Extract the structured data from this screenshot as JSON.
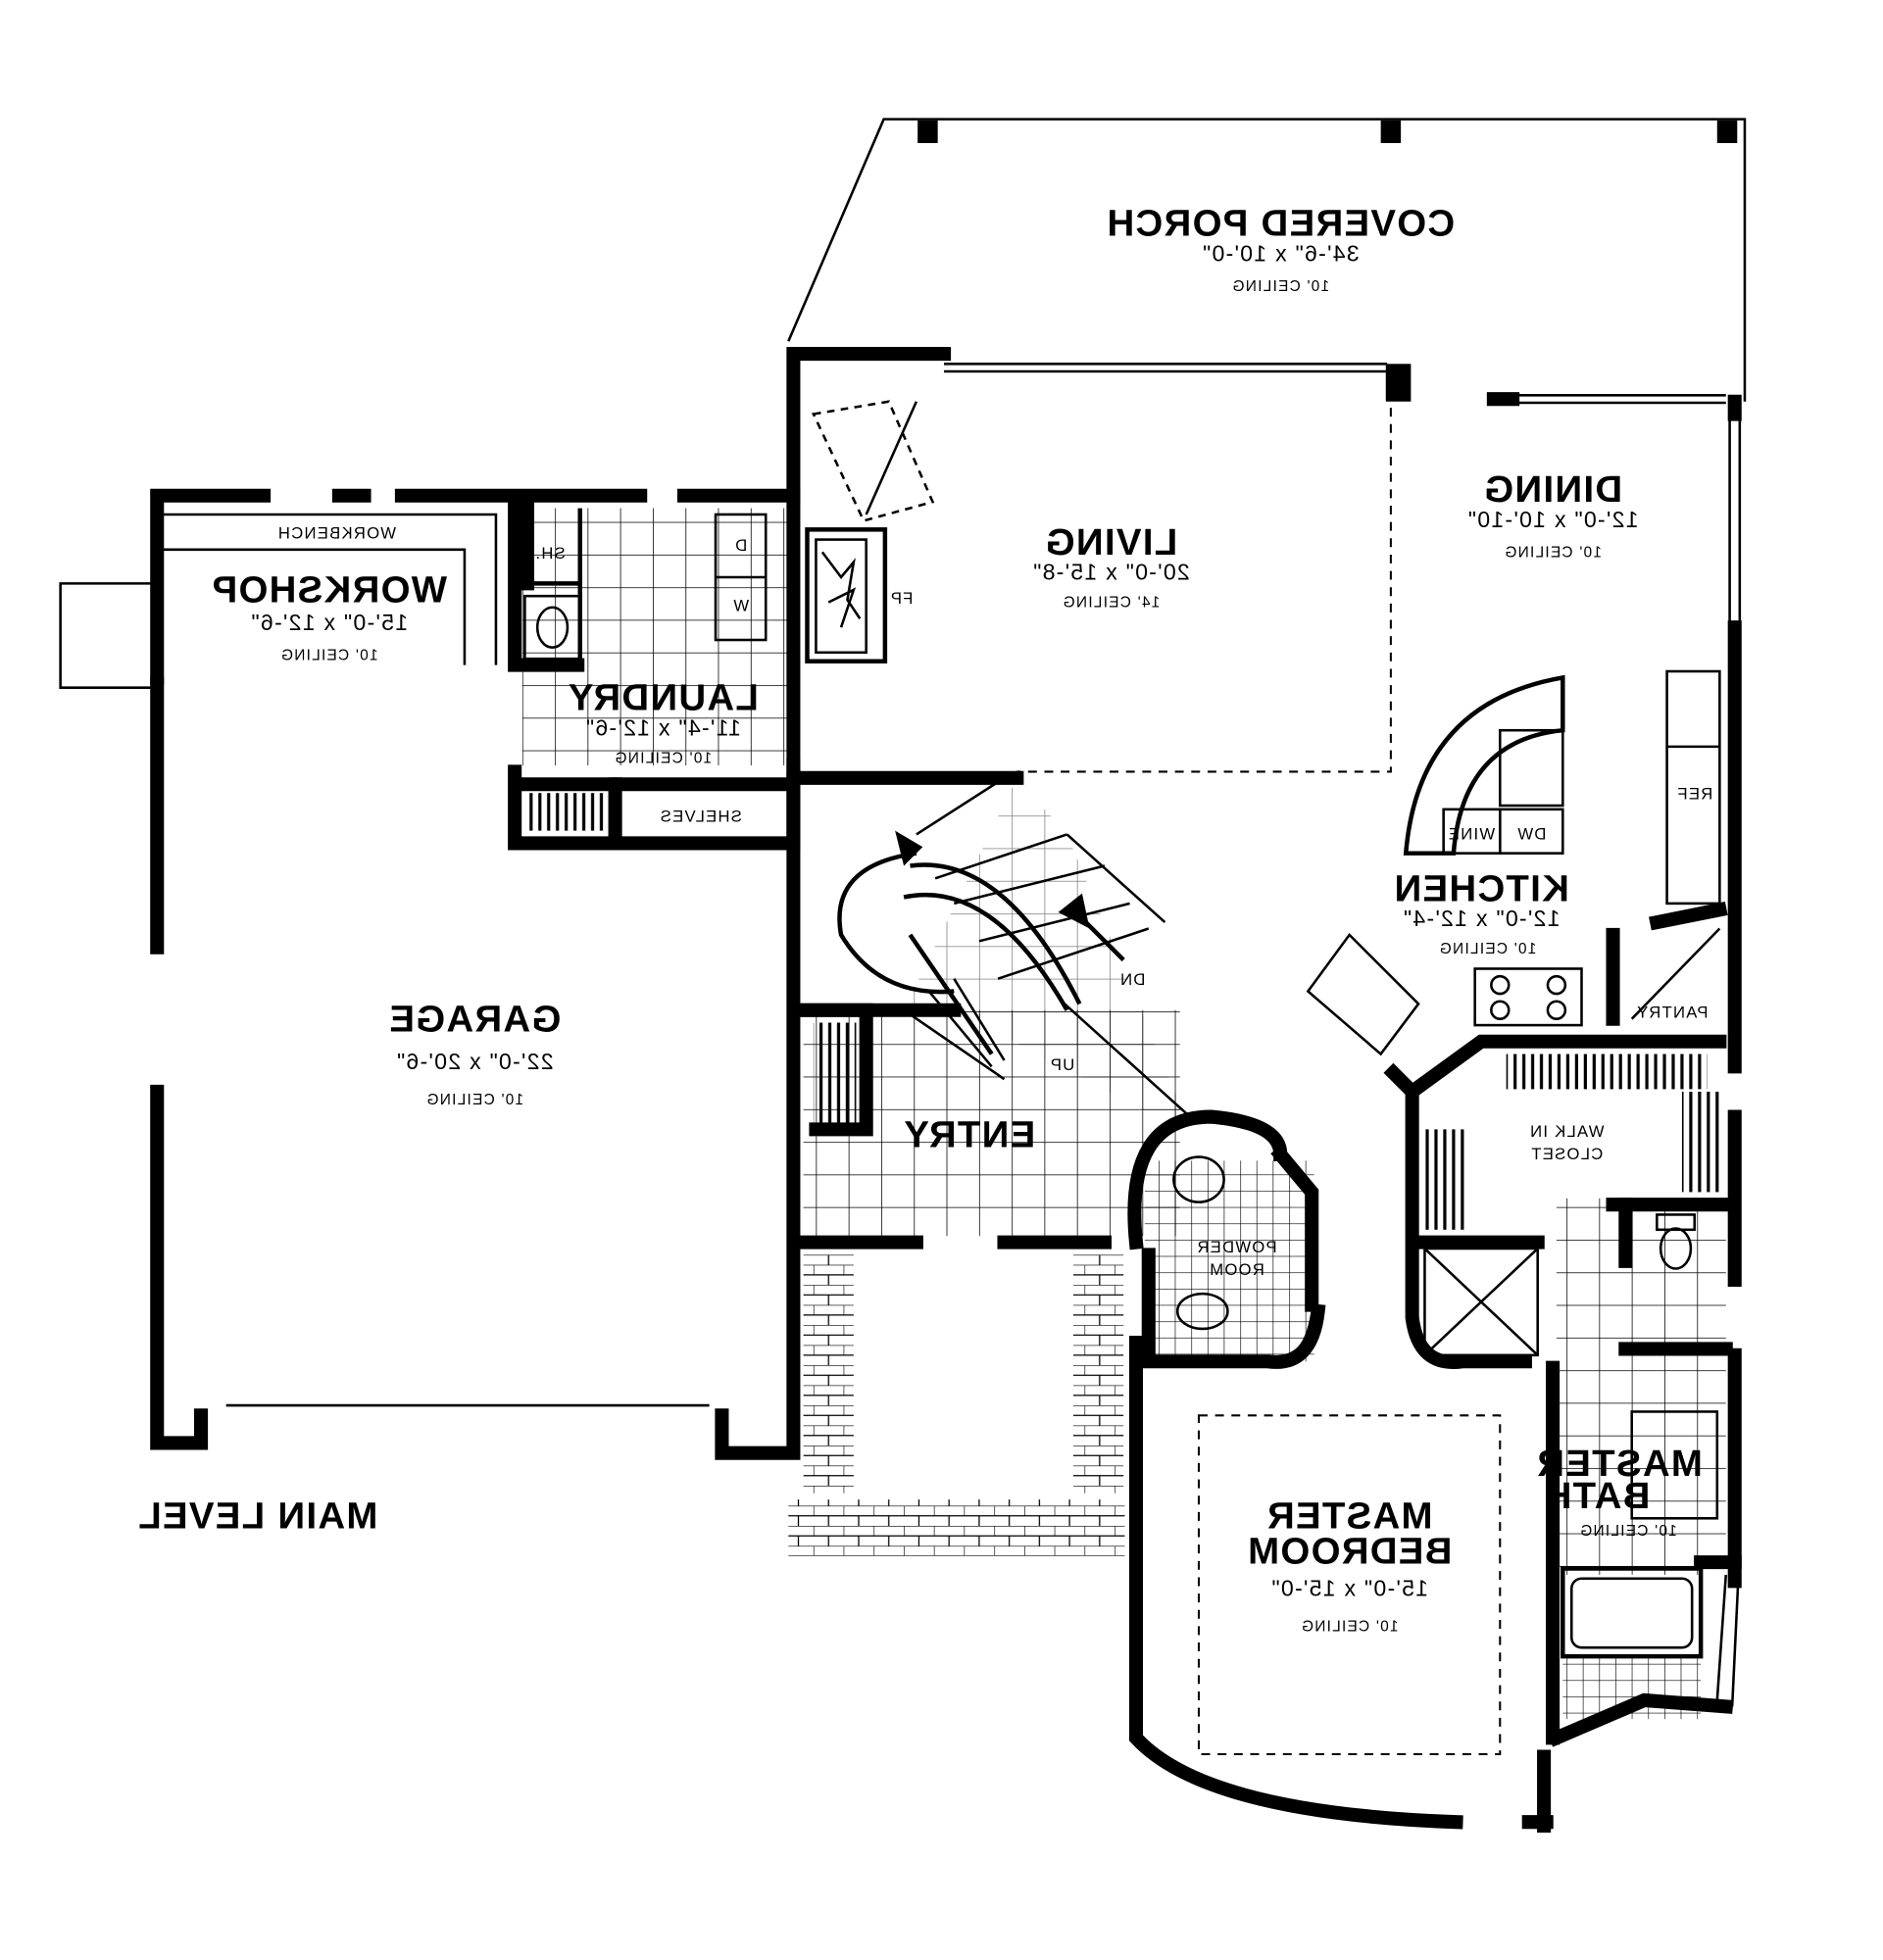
{
  "plan": {
    "level_label": "MAIN LEVEL",
    "text_mirrored": true,
    "ink_color": "#000000",
    "background_color": "#ffffff",
    "rooms": {
      "covered_porch": {
        "name": "COVERED PORCH",
        "dims": "34'-6\" x 10'-0\"",
        "ceiling": "10' CEILING"
      },
      "dining": {
        "name": "DINING",
        "dims": "12'-0\" x 10'-10\"",
        "ceiling": "10' CEILING"
      },
      "living": {
        "name": "LIVING",
        "dims": "20'-0\" x 15'-8\"",
        "ceiling": "14' CEILING"
      },
      "workshop": {
        "name": "WORKSHOP",
        "dims": "15'-0\" x 12'-6\"",
        "ceiling": "10' CEILING"
      },
      "laundry": {
        "name": "LAUNDRY",
        "dims": "11'-4\" x 12'-6\"",
        "ceiling": "10' CEILING"
      },
      "kitchen": {
        "name": "KITCHEN",
        "dims": "12'-0\" x 12'-4\"",
        "ceiling": "10' CEILING"
      },
      "garage": {
        "name": "GARAGE",
        "dims": "22'-0\" x 20'-6\"",
        "ceiling": "10' CEILING"
      },
      "entry": {
        "name": "ENTRY"
      },
      "walk_in_closet": {
        "line1": "WALK IN",
        "line2": "CLOSET"
      },
      "powder_room": {
        "line1": "POWDER",
        "line2": "ROOM"
      },
      "master_bath": {
        "line1": "MASTER",
        "line2": "BATH",
        "ceiling": "10' CEILING"
      },
      "master_bedroom": {
        "line1": "MASTER",
        "line2": "BEDROOM",
        "dims": "15'-0\" x 15'-0\"",
        "ceiling": "10' CEILING"
      }
    },
    "fixtures": {
      "workbench": "WORKBENCH",
      "shelves": "SHELVES",
      "shower": "SH.",
      "dryer": "D",
      "washer": "W",
      "fireplace": "FP",
      "refrigerator": "REF",
      "dishwasher": "DW",
      "wine": "WINE",
      "pantry": "PANTRY",
      "stair_down": "DN",
      "stair_up": "UP"
    }
  }
}
